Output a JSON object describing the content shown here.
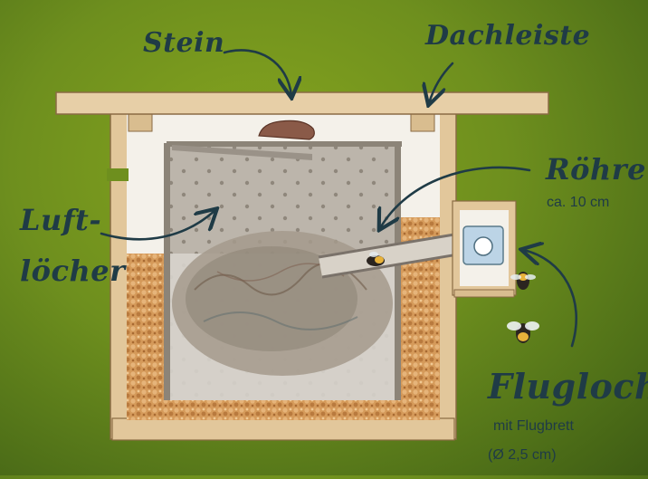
{
  "labels": {
    "stein": "Stein",
    "dachleiste": "Dachleiste",
    "roehre": "Röhre",
    "roehre_size": "ca. 10 cm",
    "luft_line1": "Luft-",
    "luft_line2": "löcher",
    "flugloch": "Flugloch",
    "flugloch_sub": "mit Flugbrett",
    "flugloch_size": "(Ø 2,5 cm)"
  },
  "colors": {
    "background": "#6e8f1e",
    "wood": "#e2c79b",
    "wood_dark": "#a8895c",
    "interior": "#f4f1ea",
    "inner_box": "#b9b3aa",
    "insulation": "#d9a060",
    "annotation": "#1f3b46",
    "stone": "#8a5a48"
  },
  "icons": [
    "bee-icon",
    "arrow-icon"
  ]
}
